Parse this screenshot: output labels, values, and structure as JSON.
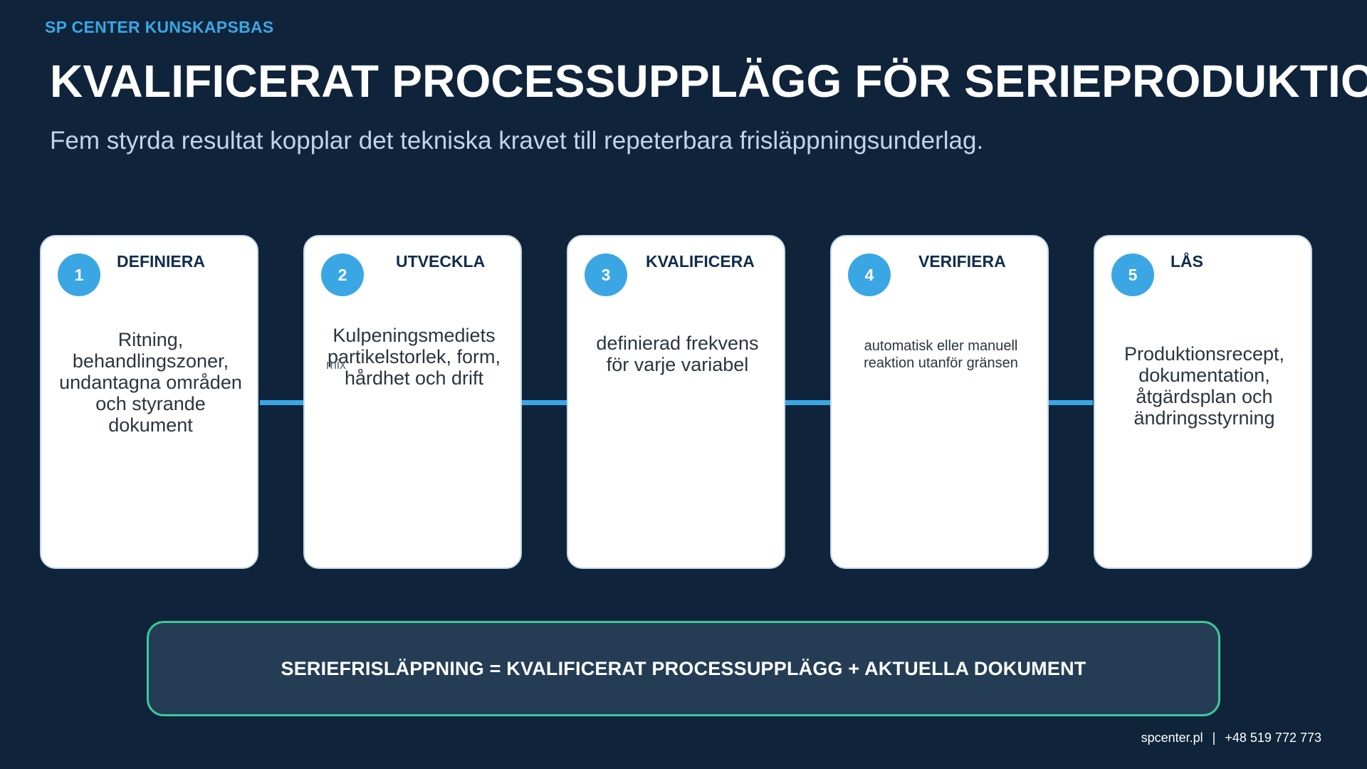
{
  "header": {
    "brand": "SP CENTER KUNSKAPSBAS",
    "title": "KVALIFICERAT PROCESSUPPLÄGG FÖR SERIEPRODUKTION",
    "subtitle": "Fem styrda resultat kopplar det tekniska kravet till repeterbara frisläppningsunderlag."
  },
  "steps": [
    {
      "number": "1",
      "title": "DEFINIERA",
      "body": "Ritning,\nbehandlingszoner,\nundantagna områden\noch styrande\ndokument"
    },
    {
      "number": "2",
      "title": "UTVECKLA",
      "body": "Kulpeningsmediets\npartikelstorlek, form,\nhårdhet och drift",
      "tag": "mix"
    },
    {
      "number": "3",
      "title": "KVALIFICERA",
      "body": "definierad frekvens\nför varje variabel"
    },
    {
      "number": "4",
      "title": "VERIFIERA",
      "body": "automatisk eller manuell\nreaktion utanför gränsen"
    },
    {
      "number": "5",
      "title": "LÅS",
      "body": "Produktionsrecept,\ndokumentation,\nåtgärdsplan och\nändringsstyrning"
    }
  ],
  "summary": {
    "text": "SERIEFRISLÄPPNING = KVALIFICERAT PROCESSUPPLÄGG + AKTUELLA DOKUMENT"
  },
  "footer": {
    "website": "spcenter.pl",
    "separator": "|",
    "phone": "+48 519 772 773"
  },
  "colors": {
    "background": "#0f243a",
    "accent": "#3aa7e4",
    "summary_border": "#3ec89a",
    "summary_fill": "#243d55"
  }
}
